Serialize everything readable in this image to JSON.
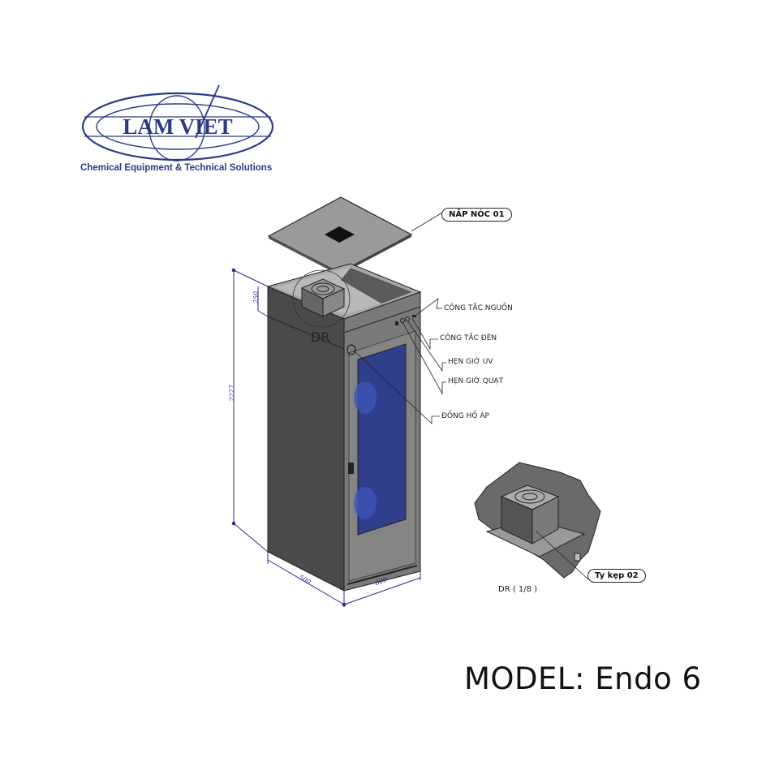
{
  "logo": {
    "brand": "LAM VIET",
    "tagline": "Chemical Equipment & Technical Solutions",
    "color": "#2b3a86"
  },
  "drawing": {
    "main_view": {
      "detail_marker": "DR",
      "dimensions": {
        "height_total": "2227",
        "top_section_height": "250",
        "depth": "500",
        "width": "800"
      }
    },
    "callouts": [
      {
        "id": "top-cover",
        "label": "NẮP NÓC 01",
        "style": "pill"
      },
      {
        "id": "power-switch",
        "label": "CÔNG TẮC NGUỒN"
      },
      {
        "id": "light-switch",
        "label": "CÔNG TẮC ĐÈN"
      },
      {
        "id": "uv-timer",
        "label": "HẸN GIỜ UV"
      },
      {
        "id": "fan-timer",
        "label": "HẸN GIỜ QUẠT"
      },
      {
        "id": "pressure-gauge",
        "label": "ĐỒNG HỒ ÁP"
      }
    ],
    "detail_view": {
      "title": "DR ( 1/8 )",
      "callout": "Ty kẹp 02"
    },
    "colors": {
      "cabinet_side": "#4a4a4a",
      "cabinet_front": "#7a7a7a",
      "glass": "#2f3f8c",
      "dimension_line": "#2a2a9a"
    }
  },
  "model": {
    "label": "MODEL: Endo 6"
  }
}
